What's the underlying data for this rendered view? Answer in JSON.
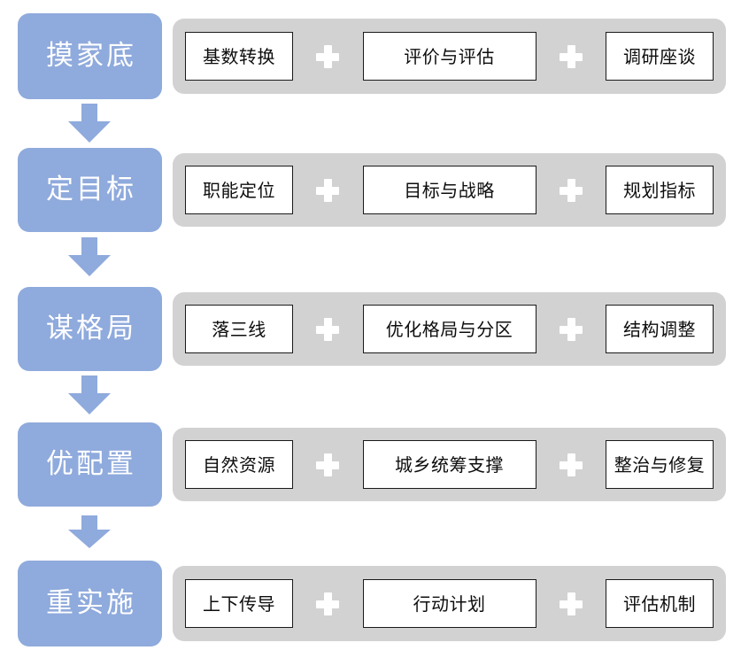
{
  "diagram": {
    "type": "vertical-process-flow",
    "title_visible": false,
    "colors": {
      "stage_fill": "#8FAADC",
      "stage_text": "#FFFFFF",
      "steps_container_fill": "#D2D2D2",
      "step_box_fill": "#FFFFFF",
      "step_box_border": "#1A1A1A",
      "step_text": "#0D0D0D",
      "plus_separator": "#FFFFFF",
      "arrow_fill": "#8FAADC",
      "background": "#FFFFFF"
    },
    "separator_symbol": "+",
    "connector": "down-arrow",
    "stages": [
      {
        "label": "摸家底",
        "steps": [
          {
            "text": "基数转换",
            "width": "narrow"
          },
          {
            "text": "评价与评估",
            "width": "wide"
          },
          {
            "text": "调研座谈",
            "width": "narrow"
          }
        ]
      },
      {
        "label": "定目标",
        "steps": [
          {
            "text": "职能定位",
            "width": "narrow"
          },
          {
            "text": "目标与战略",
            "width": "wide"
          },
          {
            "text": "规划指标",
            "width": "narrow"
          }
        ]
      },
      {
        "label": "谋格局",
        "steps": [
          {
            "text": "落三线",
            "width": "narrow"
          },
          {
            "text": "优化格局与分区",
            "width": "wide"
          },
          {
            "text": "结构调整",
            "width": "narrow"
          }
        ]
      },
      {
        "label": "优配置",
        "steps": [
          {
            "text": "自然资源",
            "width": "narrow"
          },
          {
            "text": "城乡统筹支撑",
            "width": "wide"
          },
          {
            "text": "整治与修复",
            "width": "narrow"
          }
        ]
      },
      {
        "label": "重实施",
        "steps": [
          {
            "text": "上下传导",
            "width": "narrow"
          },
          {
            "text": "行动计划",
            "width": "wide"
          },
          {
            "text": "评估机制",
            "width": "narrow"
          }
        ]
      }
    ]
  }
}
